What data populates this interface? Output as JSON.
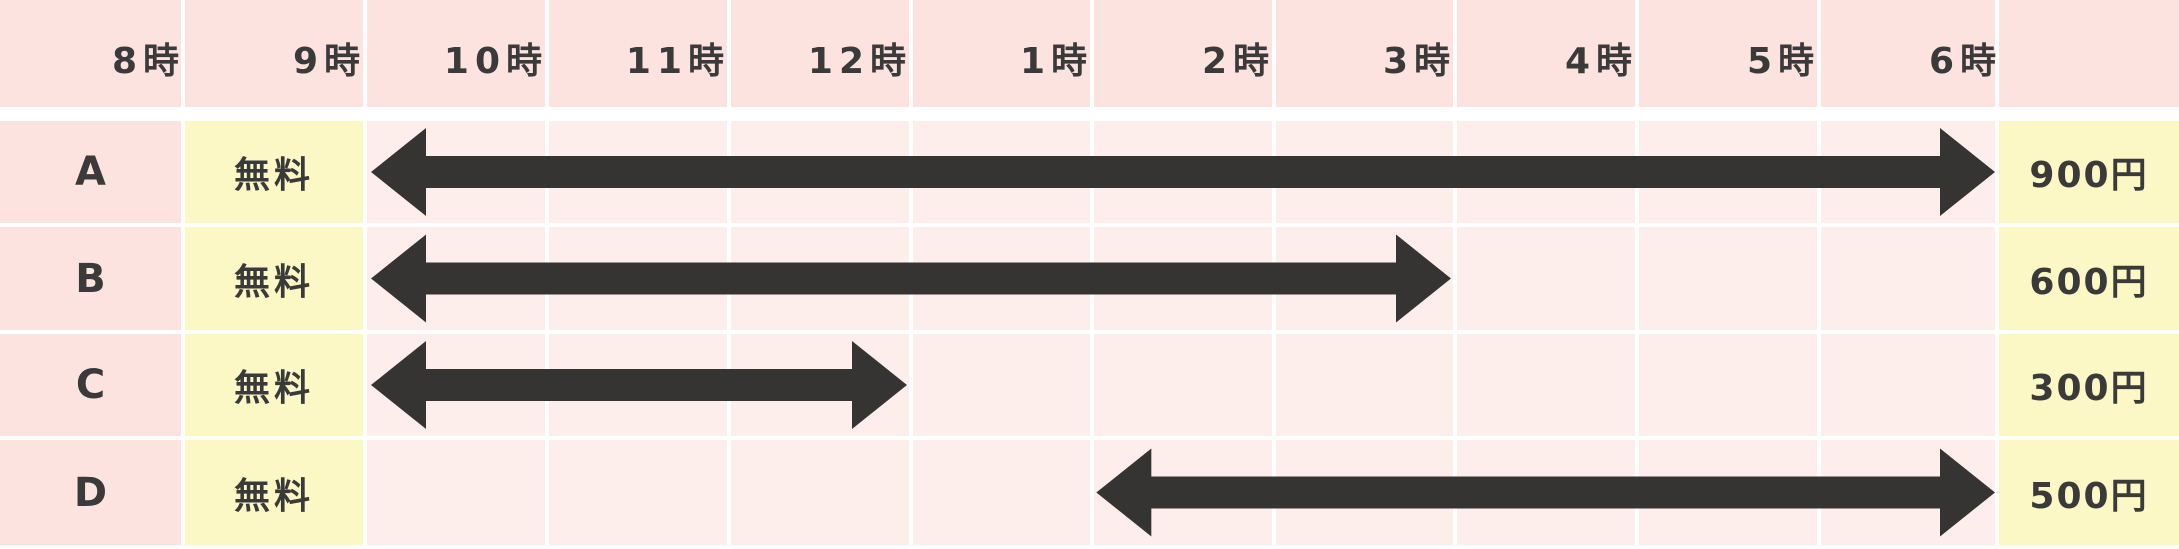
{
  "header": {
    "hours": [
      "8時",
      "9時",
      "10時",
      "11時",
      "12時",
      "1時",
      "2時",
      "3時",
      "4時",
      "5時",
      "6時"
    ]
  },
  "rows": [
    {
      "label": "A",
      "free": "無料",
      "price": "900円",
      "span_start_hour": 9,
      "span_end_hour": 18
    },
    {
      "label": "B",
      "free": "無料",
      "price": "600円",
      "span_start_hour": 9,
      "span_end_hour": 15
    },
    {
      "label": "C",
      "free": "無料",
      "price": "300円",
      "span_start_hour": 9,
      "span_end_hour": 12
    },
    {
      "label": "D",
      "free": "無料",
      "price": "500円",
      "span_start_hour": 13,
      "span_end_hour": 18
    }
  ],
  "colors": {
    "header_bg": "#fde3df",
    "label_bg": "#fde3df",
    "free_bg": "#fbf8c6",
    "price_bg": "#fbf8c6",
    "grid_bg": "#fdeeec",
    "arrow": "#363433",
    "text": "#3a3a3a"
  }
}
